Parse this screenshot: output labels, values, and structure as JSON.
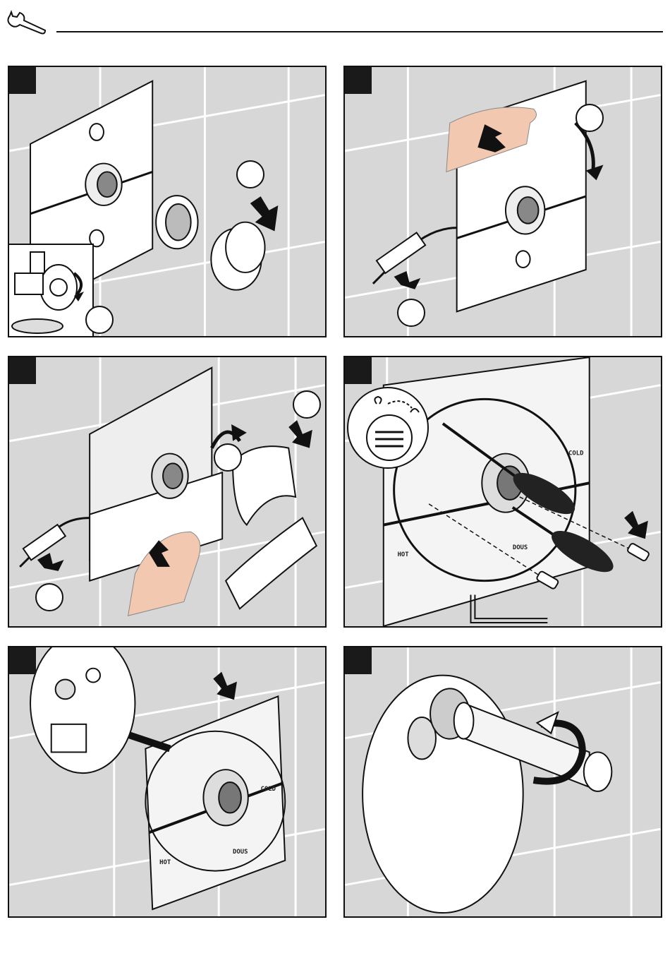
{
  "header": {
    "icon": "wrench-icon"
  },
  "panels": [
    {
      "id": "1",
      "markings": []
    },
    {
      "id": "2",
      "markings": []
    },
    {
      "id": "3",
      "markings": []
    },
    {
      "id": "4",
      "markings": [
        "COLD",
        "HOT",
        "DOUS"
      ]
    },
    {
      "id": "5",
      "markings": [
        "COLD",
        "HOT",
        "DOUS"
      ]
    },
    {
      "id": "6",
      "markings": []
    }
  ],
  "colors": {
    "wall": "#d7d7d7",
    "grout": "#ffffff",
    "outline": "#111111",
    "hand": "#f2c9b0",
    "arrow": "#111111"
  }
}
